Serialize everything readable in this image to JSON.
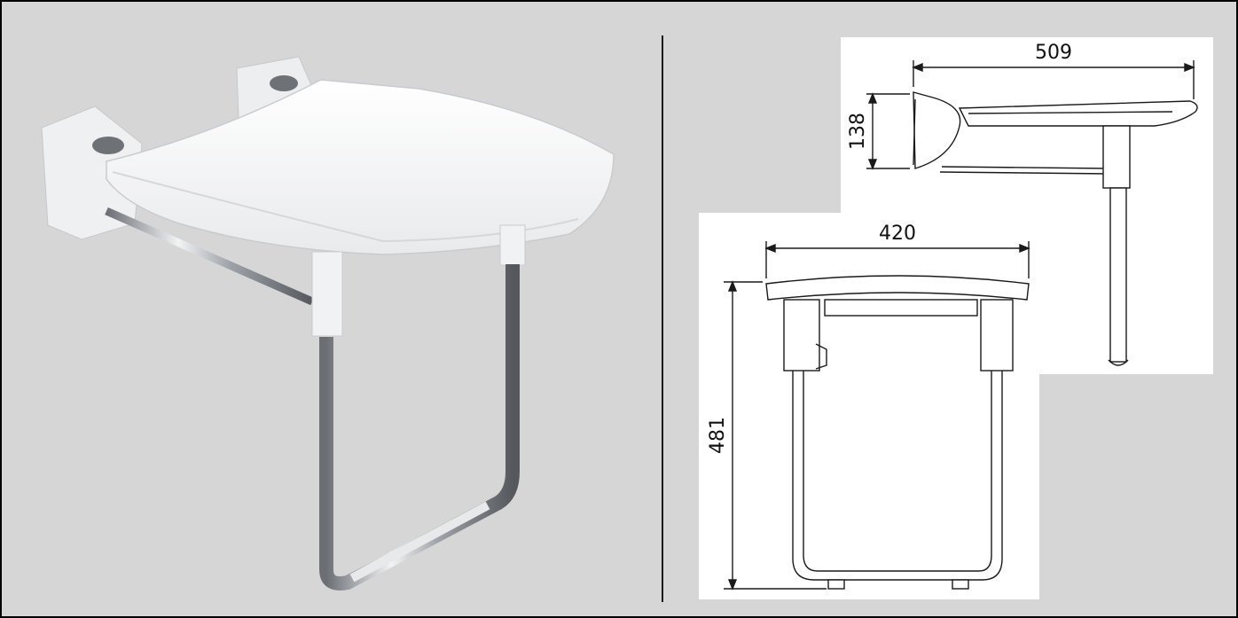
{
  "colors": {
    "background": "#d6d6d6",
    "panel": "#ffffff",
    "line": "#1a1a1a",
    "chrome": "#b9bcc0",
    "seat": "#f4f5f6"
  },
  "photo": {
    "subject": "folding-shower-seat"
  },
  "drawings": {
    "side_view": {
      "dimension_width": "509",
      "dimension_height": "138"
    },
    "front_view": {
      "dimension_width": "420",
      "dimension_height": "481"
    }
  }
}
